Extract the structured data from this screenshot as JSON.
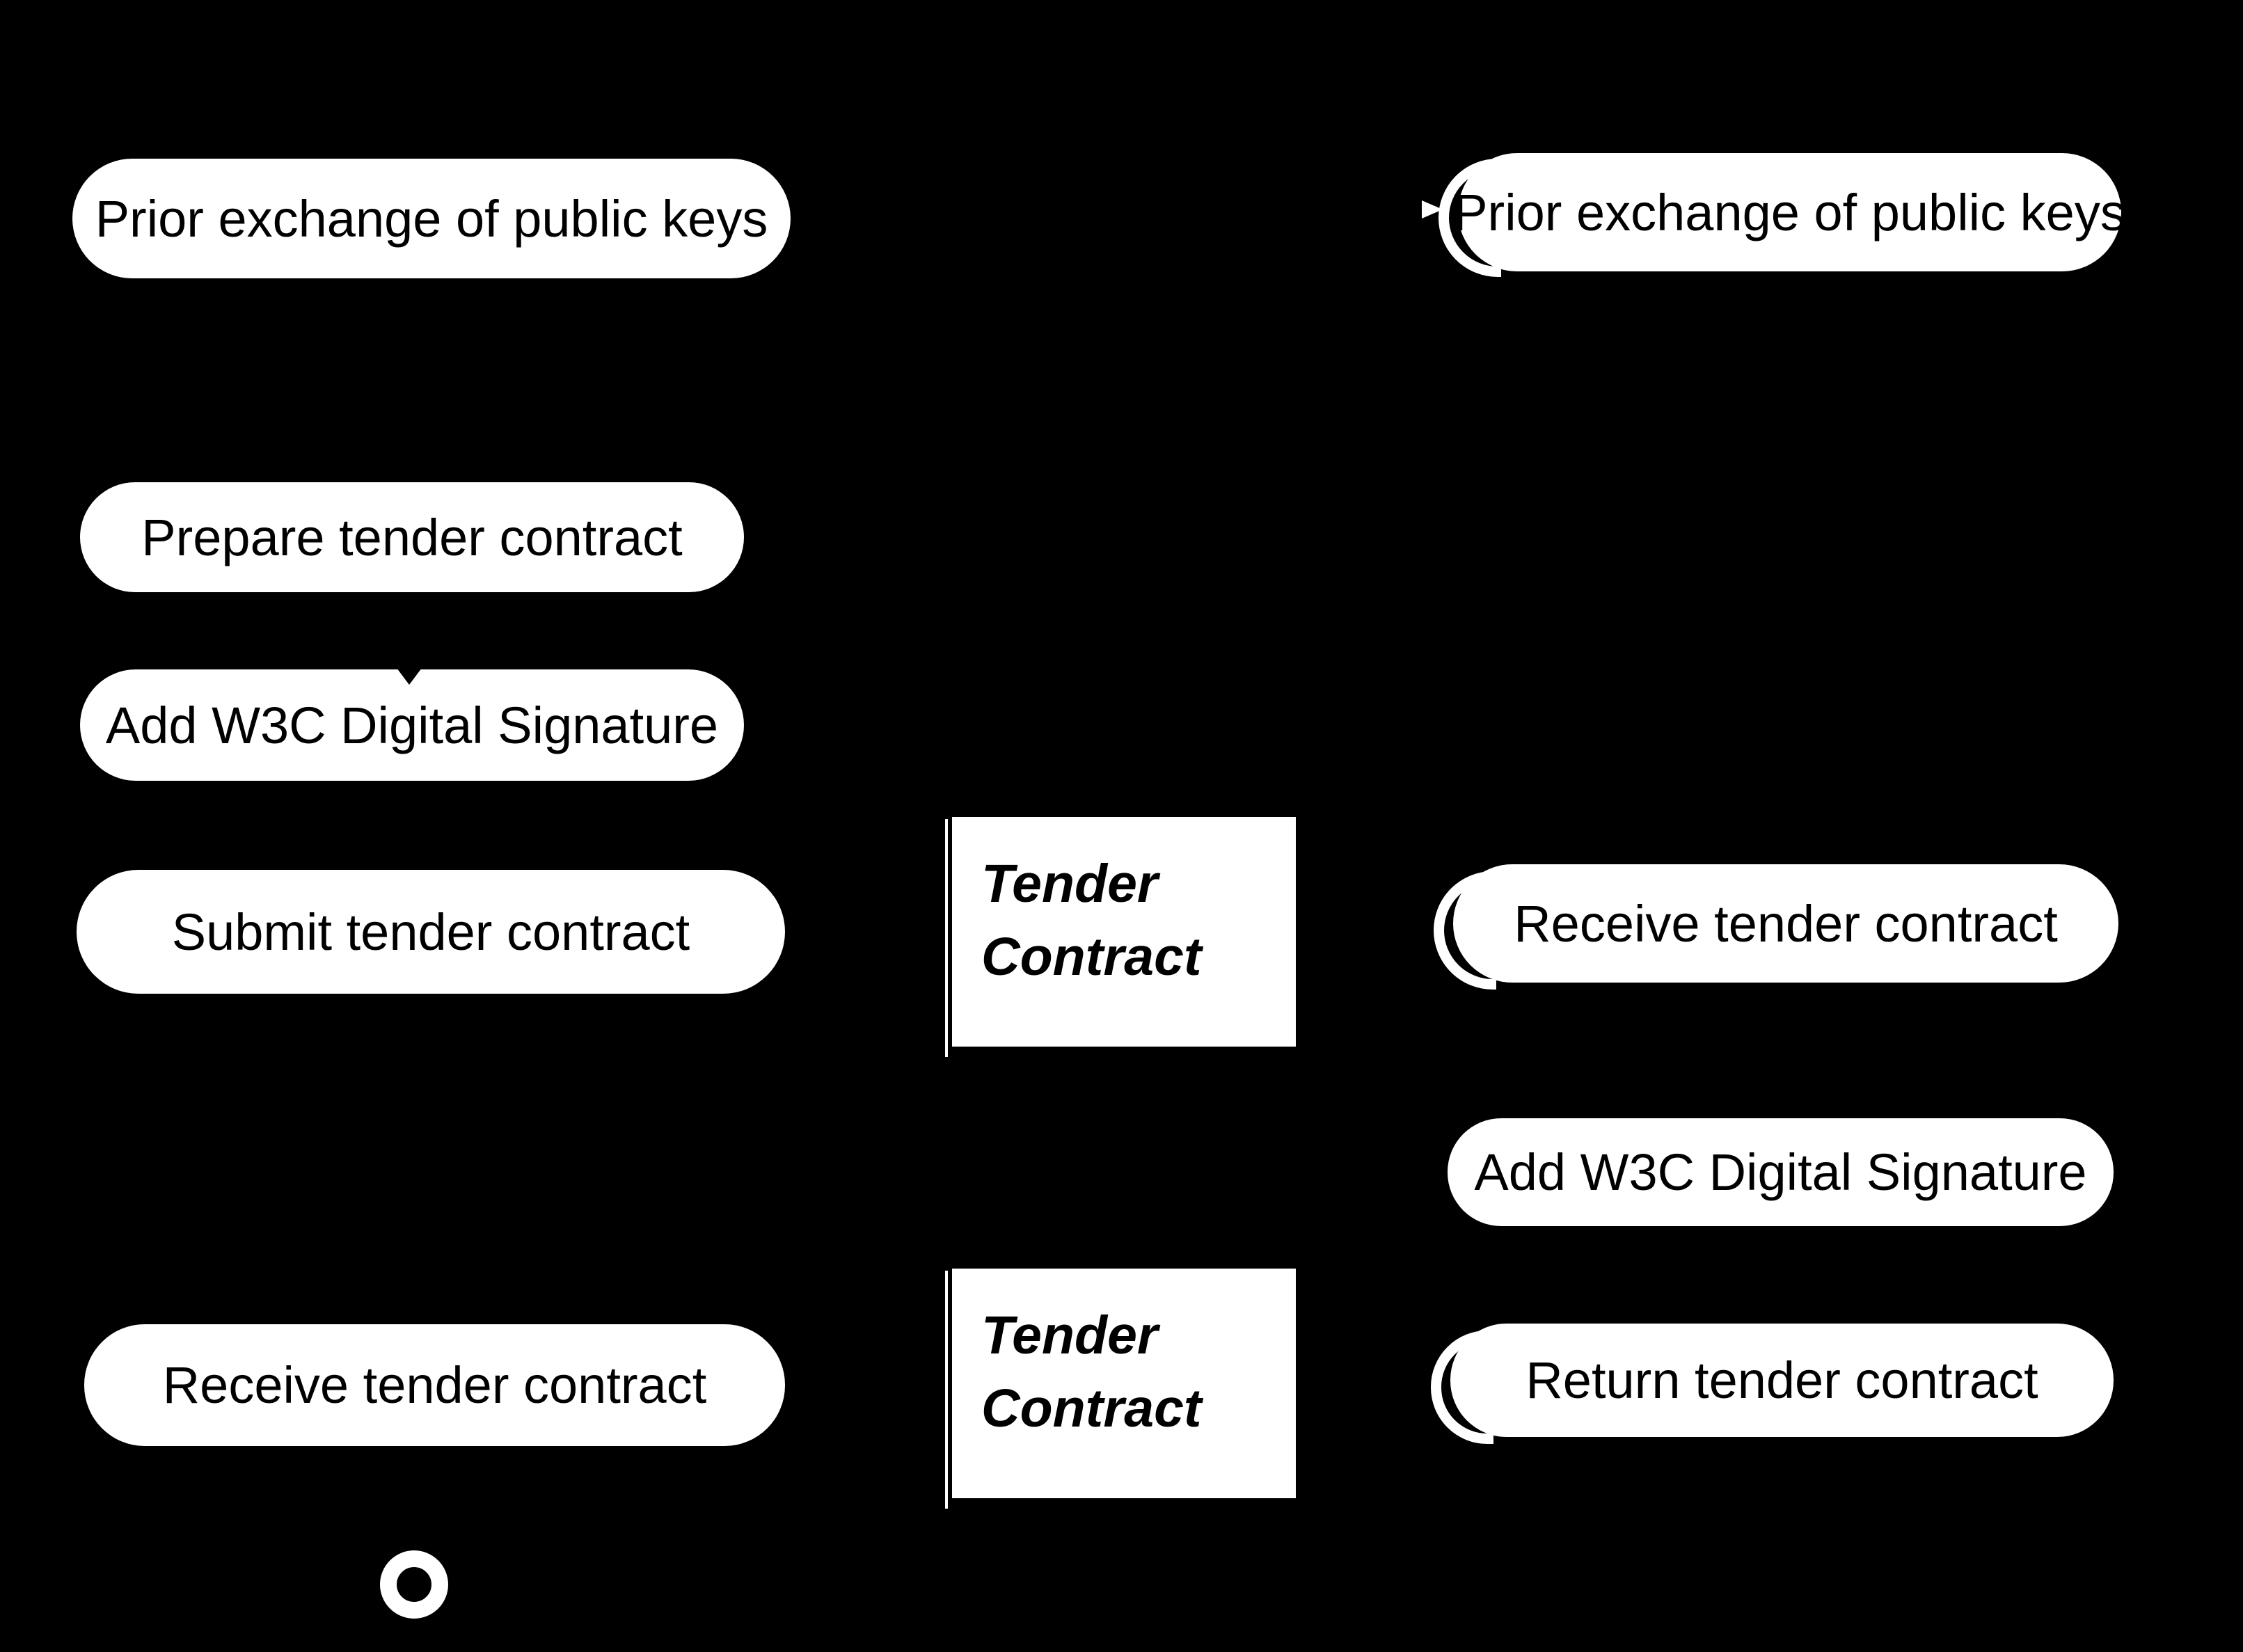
{
  "colors": {
    "background": "#000000",
    "node_fill": "#ffffff",
    "node_text": "#000000"
  },
  "left_lane": {
    "activities": [
      {
        "label": "Prior exchange of public keys"
      },
      {
        "label": "Prepare tender contract"
      },
      {
        "label": "Add W3C Digital Signature"
      },
      {
        "label": "Submit tender contract"
      },
      {
        "label": "Receive tender contract"
      }
    ]
  },
  "right_lane": {
    "activities": [
      {
        "label": "Prior exchange of public keys"
      },
      {
        "label": "Receive tender contract"
      },
      {
        "label": "Add W3C Digital Signature"
      },
      {
        "label": "Return tender contract"
      }
    ]
  },
  "objects": [
    {
      "line1": "Tender",
      "line2": "Contract"
    },
    {
      "line1": "Tender",
      "line2": "Contract"
    }
  ]
}
